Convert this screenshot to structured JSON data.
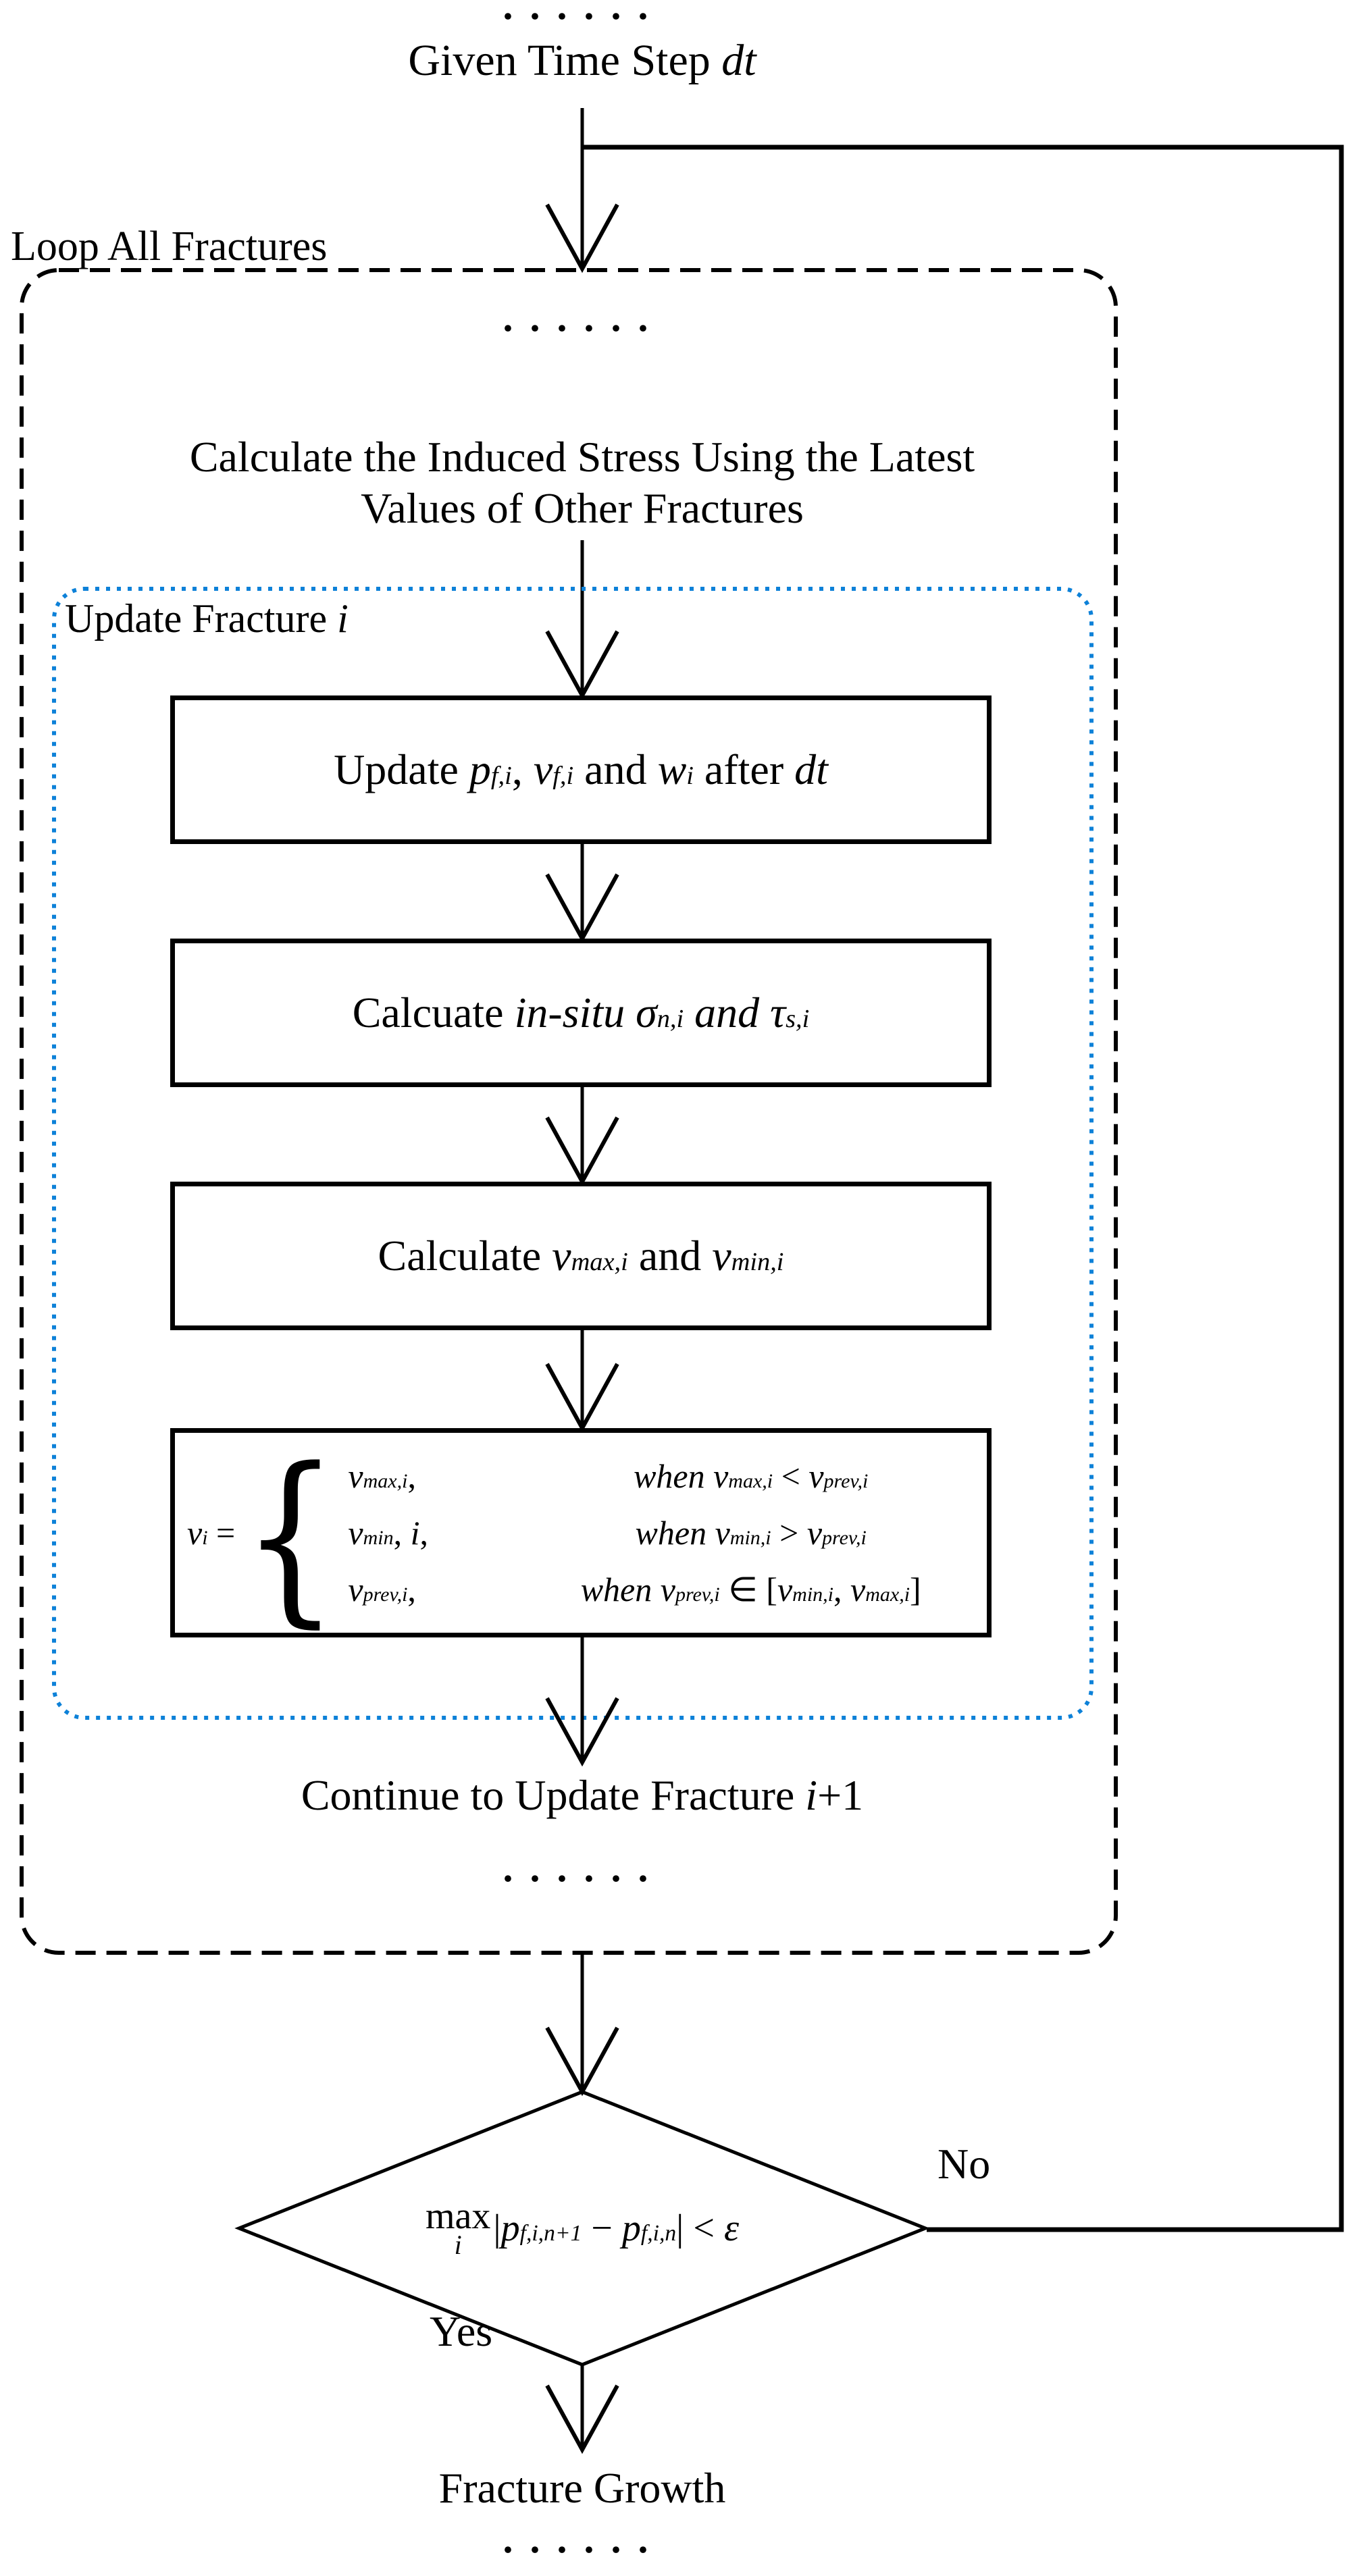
{
  "colors": {
    "line": "#000000",
    "loop_boundary": "#000000",
    "update_boundary": "#0d81d8",
    "background": "#ffffff"
  },
  "flow": {
    "top_ellipsis": "······",
    "given_step_label": "Given Time Step <i>dt</i>",
    "loop_label": "Loop All Fractures",
    "loop_top_ellipsis": "······",
    "induced_stress_line1": "Calculate the Induced Stress Using the Latest",
    "induced_stress_line2": "Values of Other Fractures",
    "update_fracture_label": "Update Fracture <i>i</i>",
    "step_update_pvw": "Update <i>p<sub>f,i</sub></i>, <i>v<sub>f,i</sub></i> and <i>w<sub>i</sub></i> after <i>dt</i>",
    "step_insitu": "Calcuate <i>in-situ σ<sub>n,i</sub> and τ<sub>s,i</sub></i>",
    "step_vminmax": "Calculate <i>v<sub>max,i</sub></i> and <i>v<sub>min,i</sub></i>",
    "equation": {
      "lhs": "<i>v<sub>i</sub></i> =",
      "cases": [
        {
          "value": "<i>v<sub>max,i</sub></i>,",
          "condition": "<i>when v<sub>max,i</sub></i> &lt; <i>v<sub>prev,i</sub></i>"
        },
        {
          "value": "<i>v<sub>min</sub></i>, <i>i</i>,",
          "condition": "<i>when v<sub>min,i</sub></i> &gt; <i>v<sub>prev,i</sub></i>"
        },
        {
          "value": "<i>v<sub>prev,i</sub></i>,",
          "condition": "<i>when v<sub>prev,i</sub></i> ∈ [<i>v<sub>min,i</sub></i>, <i>v<sub>max,i</sub></i>]"
        }
      ]
    },
    "continue_label": "Continue to Update Fracture <i>i</i>+1",
    "loop_bottom_ellipsis": "······",
    "decision": {
      "operator": "max",
      "operator_sub": "i",
      "expression": "|<i>p<sub>f,i,n+1</sub></i> − <i>p<sub>f,i,n</sub></i>| &lt; <i>ε</i>"
    },
    "no_label": "No",
    "yes_label": "Yes",
    "growth_label": "Fracture Growth",
    "bottom_ellipsis": "······"
  }
}
